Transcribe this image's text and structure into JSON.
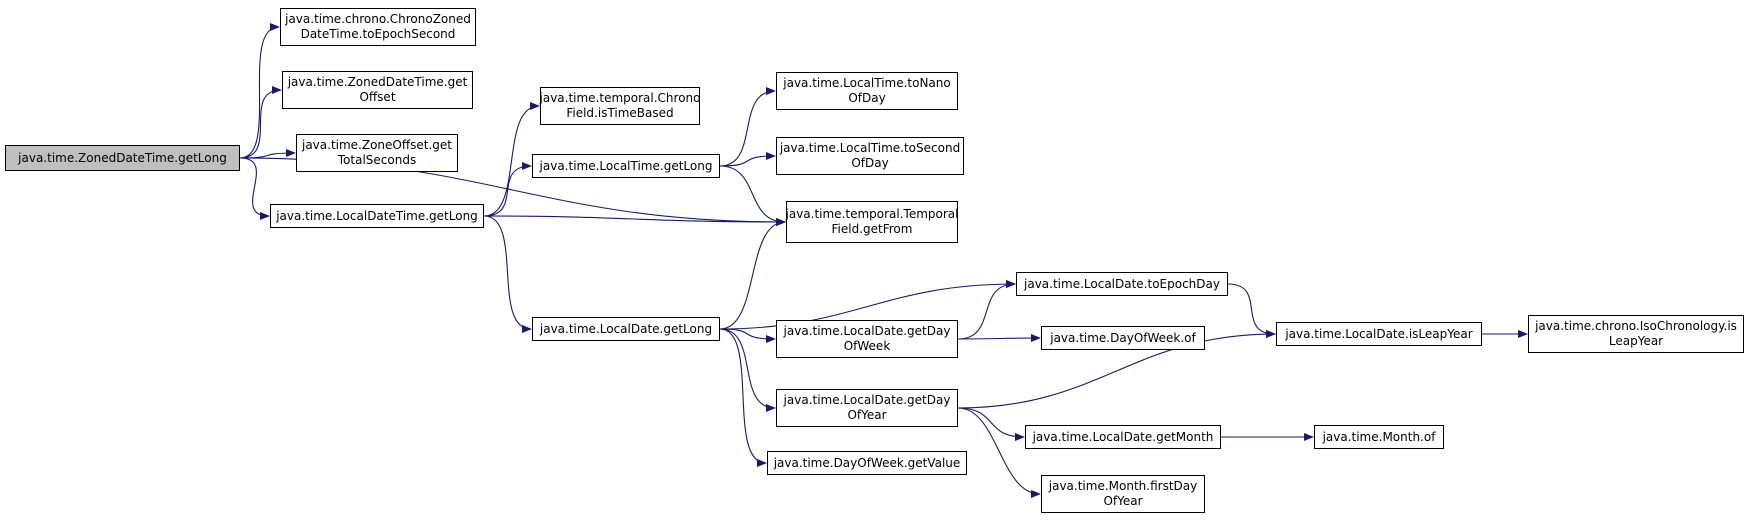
{
  "colors": {
    "edge": "#191970",
    "root_fill": "#bfbfbf",
    "node_fill": "#ffffff",
    "border": "#000000"
  },
  "nodes": [
    {
      "id": "n0",
      "lines": [
        "java.time.ZonedDateTime.getLong"
      ],
      "root": true
    },
    {
      "id": "n1",
      "lines": [
        "java.time.chrono.ChronoZoned",
        "DateTime.toEpochSecond"
      ]
    },
    {
      "id": "n2",
      "lines": [
        "java.time.ZonedDateTime.get",
        "Offset"
      ]
    },
    {
      "id": "n3",
      "lines": [
        "java.time.ZoneOffset.get",
        "TotalSeconds"
      ]
    },
    {
      "id": "n4",
      "lines": [
        "java.time.LocalDateTime.getLong"
      ]
    },
    {
      "id": "n5",
      "lines": [
        "java.time.temporal.Chrono",
        "Field.isTimeBased"
      ]
    },
    {
      "id": "n6",
      "lines": [
        "java.time.LocalTime.getLong"
      ]
    },
    {
      "id": "n7",
      "lines": [
        "java.time.temporal.Temporal",
        "Field.getFrom"
      ]
    },
    {
      "id": "n8",
      "lines": [
        "java.time.LocalDate.getLong"
      ]
    },
    {
      "id": "n9",
      "lines": [
        "java.time.LocalTime.toNano",
        "OfDay"
      ]
    },
    {
      "id": "n10",
      "lines": [
        "java.time.LocalTime.toSecond",
        "OfDay"
      ]
    },
    {
      "id": "n11",
      "lines": [
        "java.time.LocalDate.toEpochDay"
      ]
    },
    {
      "id": "n12",
      "lines": [
        "java.time.LocalDate.getDay",
        "OfWeek"
      ]
    },
    {
      "id": "n13",
      "lines": [
        "java.time.LocalDate.getDay",
        "OfYear"
      ]
    },
    {
      "id": "n14",
      "lines": [
        "java.time.DayOfWeek.getValue"
      ]
    },
    {
      "id": "n15",
      "lines": [
        "java.time.LocalDate.isLeapYear"
      ]
    },
    {
      "id": "n16",
      "lines": [
        "java.time.DayOfWeek.of"
      ]
    },
    {
      "id": "n17",
      "lines": [
        "java.time.LocalDate.getMonth"
      ]
    },
    {
      "id": "n18",
      "lines": [
        "java.time.Month.firstDay",
        "OfYear"
      ]
    },
    {
      "id": "n19",
      "lines": [
        "java.time.chrono.IsoChronology.is",
        "LeapYear"
      ]
    },
    {
      "id": "n20",
      "lines": [
        "java.time.Month.of"
      ]
    }
  ],
  "edges": [
    [
      "n0",
      "n1"
    ],
    [
      "n0",
      "n2"
    ],
    [
      "n0",
      "n3"
    ],
    [
      "n0",
      "n4"
    ],
    [
      "n0",
      "n7"
    ],
    [
      "n4",
      "n5"
    ],
    [
      "n4",
      "n6"
    ],
    [
      "n4",
      "n7"
    ],
    [
      "n4",
      "n8"
    ],
    [
      "n6",
      "n9"
    ],
    [
      "n6",
      "n10"
    ],
    [
      "n6",
      "n7"
    ],
    [
      "n8",
      "n7"
    ],
    [
      "n8",
      "n11"
    ],
    [
      "n8",
      "n12"
    ],
    [
      "n8",
      "n13"
    ],
    [
      "n8",
      "n14"
    ],
    [
      "n11",
      "n15"
    ],
    [
      "n12",
      "n11"
    ],
    [
      "n12",
      "n16"
    ],
    [
      "n13",
      "n15"
    ],
    [
      "n13",
      "n17"
    ],
    [
      "n13",
      "n18"
    ],
    [
      "n15",
      "n19"
    ],
    [
      "n17",
      "n20"
    ]
  ]
}
